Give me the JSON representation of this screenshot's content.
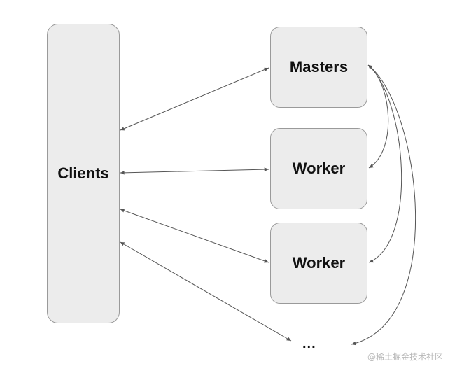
{
  "diagram": {
    "nodes": {
      "clients": "Clients",
      "masters": "Masters",
      "worker_1": "Worker",
      "worker_2": "Worker",
      "more": "..."
    },
    "edges": [
      {
        "from": "clients",
        "to": "masters",
        "style": "bidirectional"
      },
      {
        "from": "clients",
        "to": "worker_1",
        "style": "bidirectional"
      },
      {
        "from": "clients",
        "to": "worker_2",
        "style": "bidirectional"
      },
      {
        "from": "clients",
        "to": "more",
        "style": "bidirectional"
      },
      {
        "from": "masters",
        "to": "worker_1",
        "style": "bidirectional-curve"
      },
      {
        "from": "masters",
        "to": "worker_2",
        "style": "bidirectional-curve"
      },
      {
        "from": "masters",
        "to": "more",
        "style": "bidirectional-curve"
      }
    ],
    "line_color": "#555555",
    "box_fill": "#ececec",
    "box_border": "#9a9a9a"
  },
  "watermark": {
    "text": "@稀土掘金技术社区"
  }
}
